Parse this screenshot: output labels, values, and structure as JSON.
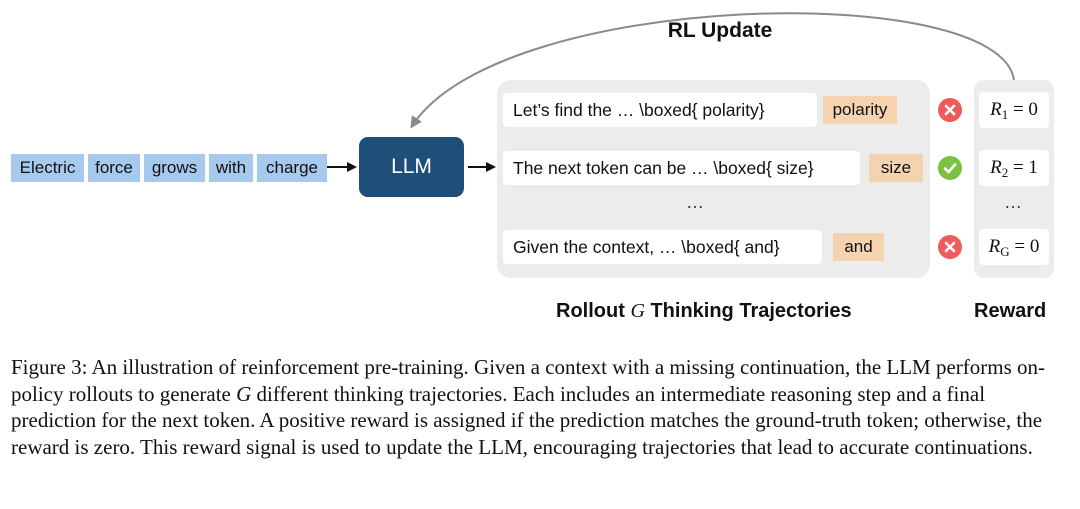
{
  "title": "RL Update",
  "context_tokens": [
    "Electric",
    "force",
    "grows",
    "with",
    "charge"
  ],
  "model_label": "LLM",
  "trajectories": [
    {
      "text": "Let’s find the … \\boxed{ polarity}",
      "prediction": "polarity",
      "status": "wrong",
      "reward_var": "R",
      "reward_sub": "1",
      "reward_value": "= 0"
    },
    {
      "text": "The next token can be … \\boxed{ size}",
      "prediction": "size",
      "status": "correct",
      "reward_var": "R",
      "reward_sub": "2",
      "reward_value": "= 1"
    },
    {
      "text": "Given the context, … \\boxed{ and}",
      "prediction": "and",
      "status": "wrong",
      "reward_var": "R",
      "reward_sub": "G",
      "reward_value": "= 0"
    }
  ],
  "ellipsis": "…",
  "rollout_label": {
    "prefix": "Rollout",
    "var": "G",
    "suffix": "Thinking Trajectories"
  },
  "reward_label": "Reward",
  "caption": {
    "segments": [
      "Figure 3: An illustration of reinforcement pre-training. Given a context with a missing continuation, the LLM performs on-policy rollouts to generate ",
      "G",
      " different thinking trajectories. Each includes an intermediate reasoning step and a final prediction for the next token. A positive reward is assigned if the prediction matches the ground-truth token; otherwise, the reward is zero. This reward signal is used to update the LLM, encouraging trajectories that lead to accurate continuations."
    ]
  },
  "colors": {
    "token_bg": "#a7c9ee",
    "llm_bg": "#1f4e79",
    "prediction_bg": "#f6d3b0",
    "panel_bg": "#ececec",
    "wrong": "#ef5b5b",
    "correct": "#7cc242",
    "arc": "#8a8a8a"
  }
}
